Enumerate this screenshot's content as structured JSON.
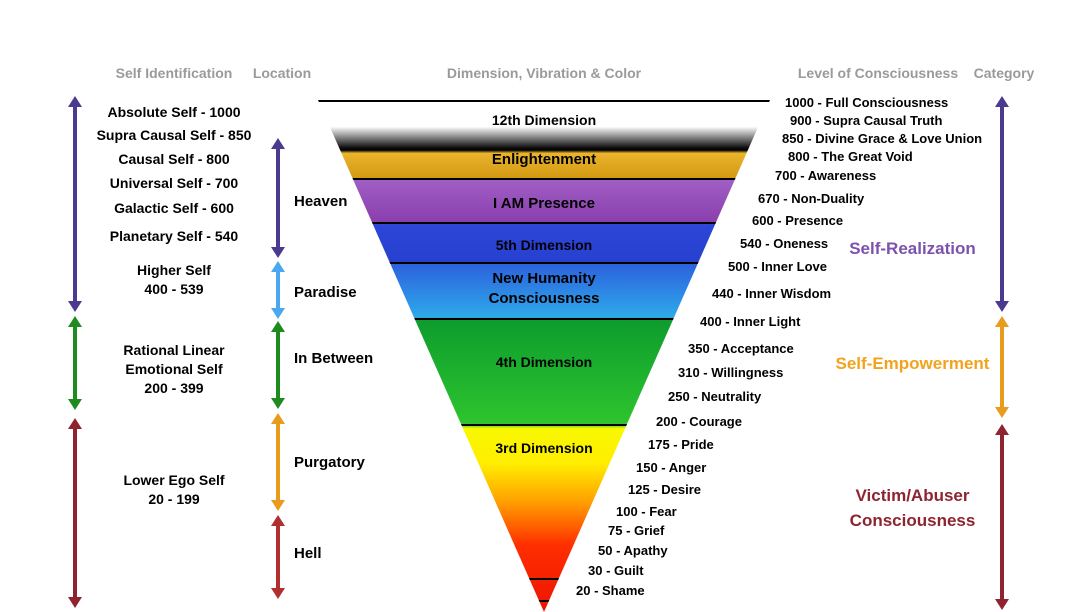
{
  "headers": {
    "self_identification": "Self Identification",
    "location": "Location",
    "dimension": "Dimension, Vibration & Color",
    "level_of_consciousness": "Level of Consciousness",
    "category": "Category"
  },
  "self_identification": [
    "Absolute Self - 1000",
    "Supra Causal Self - 850",
    "Causal Self - 800",
    "Universal Self - 700",
    "Galactic Self - 600",
    "Planetary Self - 540",
    "Higher Self\n400 - 539",
    "Rational Linear\nEmotional Self\n200 - 399",
    "Lower Ego Self\n20 - 199"
  ],
  "locations": [
    "Heaven",
    "Paradise",
    "In Between",
    "Purgatory",
    "Hell"
  ],
  "funnel": {
    "labels": [
      "12th Dimension",
      "Enlightenment",
      "I AM Presence",
      "5th Dimension",
      "New Humanity\nConsciousness",
      "4th Dimension",
      "3rd Dimension"
    ]
  },
  "levels": [
    "1000 - Full Consciousness",
    "900 - Supra Causal Truth",
    "850 - Divine Grace & Love Union",
    "800 - The Great Void",
    "700 - Awareness",
    "670 - Non-Duality",
    "600 - Presence",
    "540 - Oneness",
    "500 - Inner Love",
    "440 - Inner Wisdom",
    "400 - Inner Light",
    "350 - Acceptance",
    "310 - Willingness",
    "250 - Neutrality",
    "200 - Courage",
    "175 - Pride",
    "150 - Anger",
    "125 - Desire",
    "100 - Fear",
    "75 - Grief",
    "50 - Apathy",
    "30 - Guilt",
    "20 - Shame"
  ],
  "categories": [
    "Self-Realization",
    "Self-Empowerment",
    "Victim/Abuser\nConsciousness"
  ],
  "colors": {
    "self_realization": "#7b52ae",
    "self_empowerment": "#f2a31b",
    "victim_abuser": "#8e2430",
    "arrow_indigo": "#4b3a8f",
    "arrow_light_blue": "#4aa8f0",
    "arrow_green": "#1f8b1f",
    "arrow_orange": "#e89b1c",
    "arrow_red": "#b03030",
    "header_grey": "#9a9a9a"
  }
}
